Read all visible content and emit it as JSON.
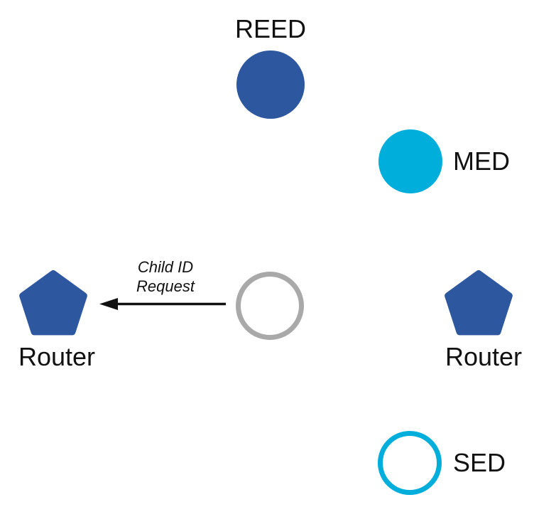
{
  "diagram": {
    "background": "#ffffff",
    "colors": {
      "node_blue": "#2D579E",
      "node_cyan": "#00AEDC",
      "ring_gray": "#A9A9A9",
      "arrow_black": "#111111",
      "label_text": "#111111"
    },
    "nodes": {
      "reed": {
        "label": "REED",
        "shape": "circle",
        "style": "filled-blue"
      },
      "med": {
        "label": "MED",
        "shape": "circle",
        "style": "filled-cyan"
      },
      "joiner": {
        "label": "",
        "shape": "circle",
        "style": "outline-gray"
      },
      "sed": {
        "label": "SED",
        "shape": "circle",
        "style": "outline-cyan"
      },
      "router_left": {
        "label": "Router",
        "shape": "pentagon",
        "style": "filled-blue"
      },
      "router_right": {
        "label": "Router",
        "shape": "pentagon",
        "style": "filled-blue"
      }
    },
    "message": {
      "line1": "Child ID",
      "line2": "Request",
      "from": "joiner",
      "to": "router_left"
    }
  }
}
